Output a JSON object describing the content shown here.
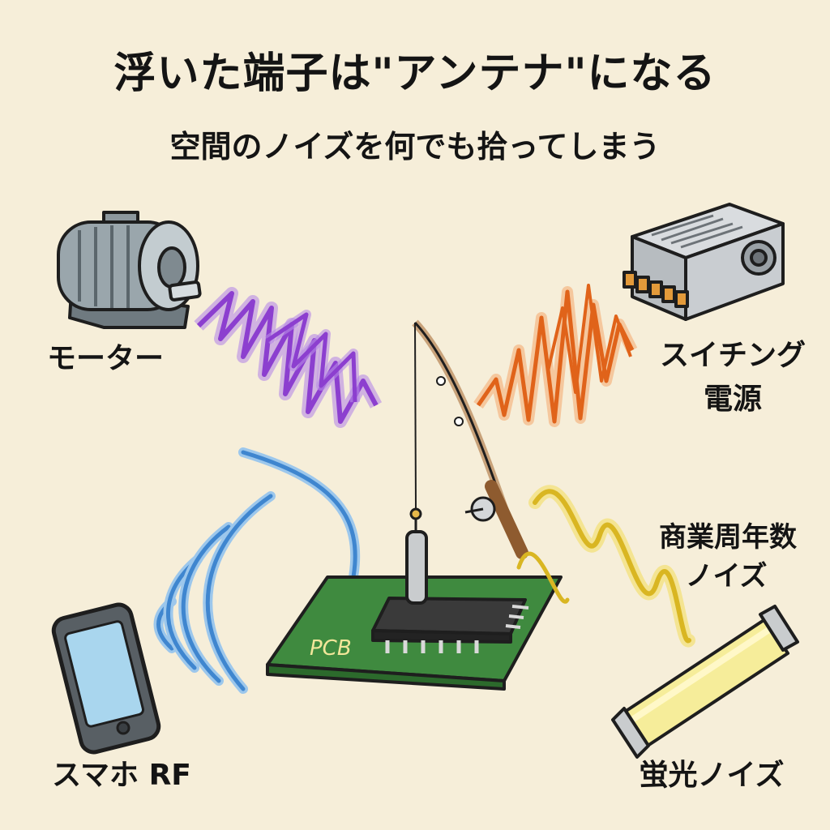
{
  "title": "浮いた端子は\"アンテナ\"になる",
  "subtitle": "空間のノイズを何でも拾ってしまう",
  "sources": {
    "motor": {
      "label": "モーター",
      "wave_color": "#9b4fd6",
      "icon": "motor-icon"
    },
    "smps": {
      "label_line1": "スイチング",
      "label_line2": "電源",
      "wave_color": "#e8711f",
      "icon": "power-supply-icon"
    },
    "mains": {
      "label_line1": "商業周年数",
      "label_line2": "ノイズ",
      "wave_color": "#e6c52a",
      "icon": "wave-icon"
    },
    "phone": {
      "label": "スマホ RF",
      "wave_color": "#3f8fd4",
      "icon": "smartphone-icon"
    },
    "fluorescent": {
      "label": "蛍光ノイズ",
      "icon": "fluorescent-tube-icon"
    }
  },
  "pcb": {
    "label": "PCB",
    "board_color": "#3f8a3f",
    "icon": "circuit-board-icon"
  },
  "antenna": {
    "icon": "fishing-rod-icon"
  }
}
